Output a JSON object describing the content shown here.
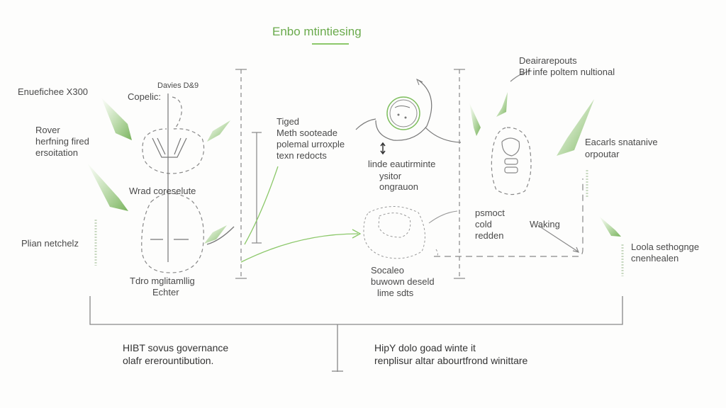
{
  "title": "Enbo mtintiesing",
  "colors": {
    "accent": "#6aaa4c",
    "line": "#777777",
    "text": "#4a4a4a"
  },
  "left_panel": {
    "top_label": "Enuefichee X300",
    "figure_top_label": "Davies D&9",
    "copelic": "Copelic:",
    "rover": [
      "Rover",
      "herfning fired",
      "ersoitation"
    ],
    "middle_label": "Wrad coreselute",
    "side_label": "Plian netchelz",
    "bottom_label": [
      "Tdro mglitamllig",
      "Echter"
    ]
  },
  "center_panel": {
    "note": [
      "Tiged",
      "Meth sooteade",
      "polemal urroxple",
      "texn redocts"
    ],
    "cycle_label": [
      "linde eautirminte",
      "ysitor",
      "ongrauon"
    ],
    "blob_label": [
      "Socaleo",
      "buwown deseld",
      "lime sdts"
    ]
  },
  "right_panel": {
    "top_label": [
      "Deairarepouts",
      "BIf infe poltem nultional"
    ],
    "side_label": [
      "Eacarls snatanive",
      "orpoutar"
    ],
    "figure_label": [
      "psmoct",
      "cold",
      "redden"
    ],
    "waking": "Waking",
    "far_label": [
      "Loola sethognge",
      "cnenhealen"
    ]
  },
  "bottom": {
    "left": [
      "HIBT sovus governance",
      "olafr ererountibution."
    ],
    "right": [
      "HipY dolo goad winte it",
      "renplisur altar abourtfrond winittare"
    ]
  }
}
